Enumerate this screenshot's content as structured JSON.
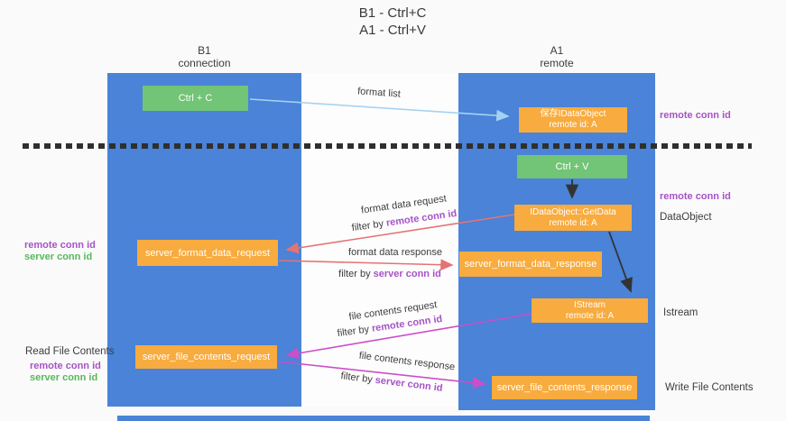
{
  "title": {
    "line1": "B1 - Ctrl+C",
    "line2": "A1 - Ctrl+V"
  },
  "columns": {
    "left": {
      "name": "B1",
      "subtitle": "connection"
    },
    "right": {
      "name": "A1",
      "subtitle": "remote"
    }
  },
  "nodes": {
    "ctrl_c": {
      "label": "Ctrl + C"
    },
    "ctrl_v": {
      "label": "Ctrl + V"
    },
    "save_idataobject": {
      "line1": "保存IDataObject",
      "line2": "remote id: A"
    },
    "idataobject_getdata": {
      "line1": "IDataObject::GetData",
      "line2": "remote id: A"
    },
    "istream": {
      "line1": "IStream",
      "line2": "remote id: A"
    },
    "server_format_data_request": {
      "label": "server_format_data_request"
    },
    "server_format_data_response": {
      "label": "server_format_data_response"
    },
    "server_file_contents_request": {
      "label": "server_file_contents_request"
    },
    "server_file_contents_response": {
      "label": "server_file_contents_response"
    }
  },
  "edge_labels": {
    "format_list": "format list",
    "format_data_request": "format data request",
    "format_data_response": "format data response",
    "file_contents_request": "file contents request",
    "file_contents_response": "file contents response",
    "filter_by": "filter by ",
    "remote_conn_id": "remote conn id",
    "server_conn_id": "server conn id"
  },
  "annotations": {
    "right": {
      "remote_conn_id_top": "remote conn id",
      "remote_conn_id_mid": "remote conn id",
      "dataobject": "DataObject",
      "istream": "Istream",
      "write_file_contents": "Write File Contents"
    },
    "left": {
      "remote_conn_id_mid": "remote conn id",
      "server_conn_id_mid": "server conn id",
      "read_file_contents": "Read File Contents",
      "remote_conn_id_bottom": "remote conn id",
      "server_conn_id_bottom": "server conn id"
    }
  },
  "colors": {
    "lane_blue": "#4a83d7",
    "node_orange": "#f8ab3e",
    "node_green": "#72c476",
    "purple_label": "#a653c6",
    "green_label": "#58b85c",
    "arrow_light_blue": "#a6d2f2",
    "arrow_red": "#e57373",
    "arrow_magenta": "#cc4ec8",
    "arrow_black": "#333333",
    "dashed_separator": "#2f2f2f"
  }
}
